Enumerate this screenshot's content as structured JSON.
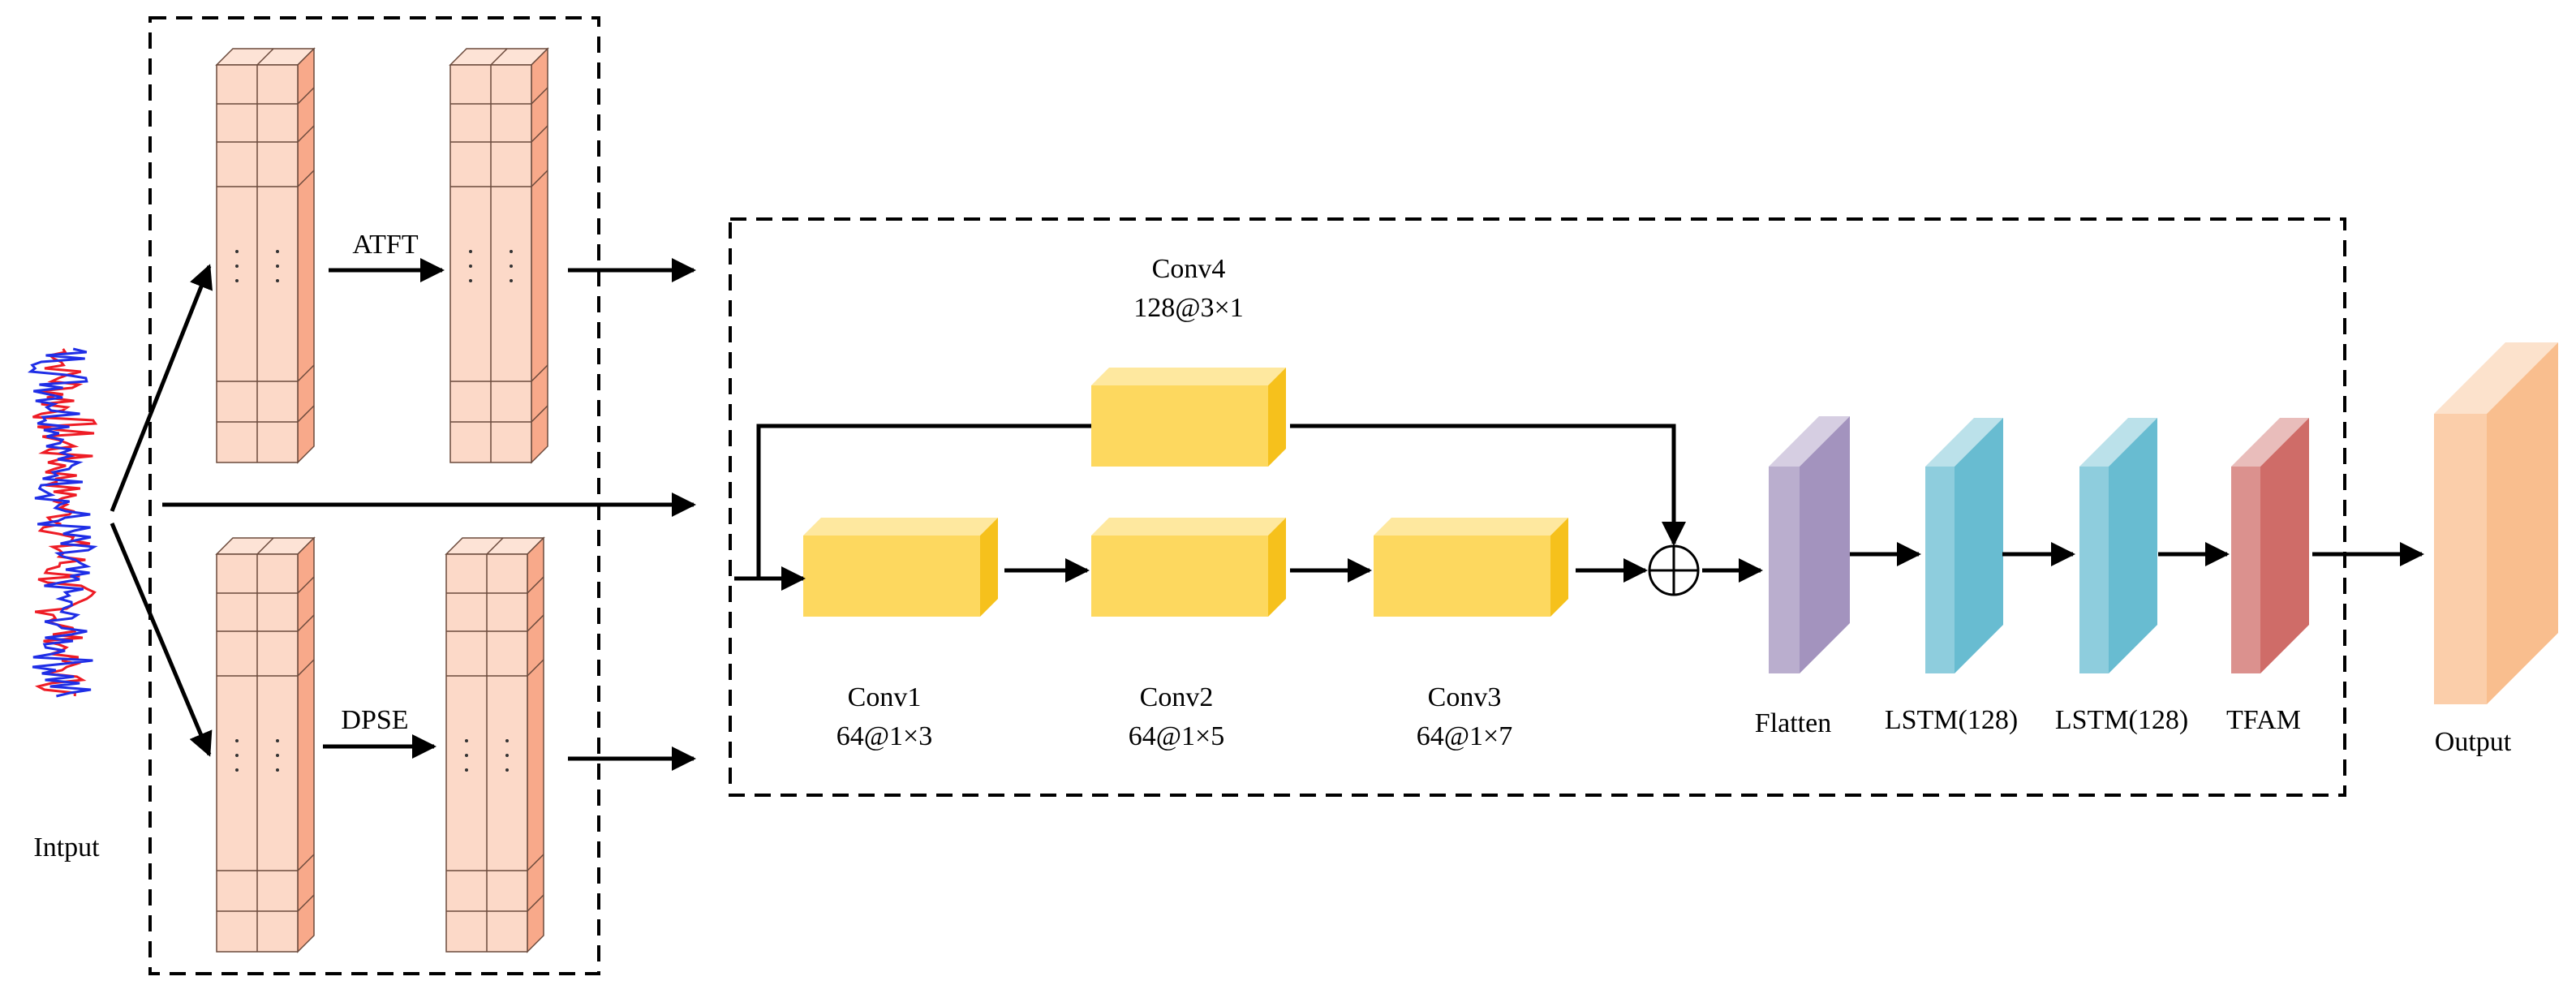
{
  "labels": {
    "input": "Intput",
    "output": "Output",
    "atft": "ATFT",
    "dpse": "DPSE",
    "conv1_name": "Conv1",
    "conv1_spec": "64@1×3",
    "conv2_name": "Conv2",
    "conv2_spec": "64@1×5",
    "conv3_name": "Conv3",
    "conv3_spec": "64@1×7",
    "conv4_name": "Conv4",
    "conv4_spec": "128@3×1",
    "flatten": "Flatten",
    "lstm1": "LSTM(128)",
    "lstm2": "LSTM(128)",
    "tfam": "TFAM"
  },
  "colors": {
    "feature_map": "#fcd9c8",
    "feature_map_side": "#f8a98a",
    "conv_block": "#fdd85f",
    "conv_block_side": "#f6c11c",
    "flatten": "#a393be",
    "lstm": "#68bcd1",
    "tfam": "#cf6c68",
    "output": "#f9be8e",
    "signal_red": "#ee1c25",
    "signal_blue": "#1f2ee6"
  }
}
